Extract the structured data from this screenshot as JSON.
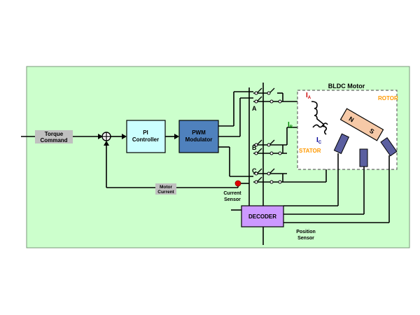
{
  "diagram": {
    "torque_command": [
      "Torque",
      "Command"
    ],
    "pi_controller": [
      "PI",
      "Controller"
    ],
    "pwm_modulator": [
      "PWM",
      "Modulator"
    ],
    "phase_a": "A",
    "phase_b": "B",
    "phase_c": "C",
    "motor_current": [
      "Motor",
      "Current"
    ],
    "current_sensor": [
      "Current",
      "Sensor"
    ],
    "decoder": "DECODER",
    "position_sensor": [
      "Position",
      "Sensor"
    ],
    "bldc_motor": "BLDC Motor",
    "rotor": "ROTOR",
    "stator": "STATOR",
    "rotor_n": "N",
    "rotor_s": "S",
    "current_a": {
      "main": "I",
      "sub": "A"
    },
    "current_b": {
      "main": "I",
      "sub": "B"
    },
    "current_c": {
      "main": "I",
      "sub": "C"
    }
  },
  "colors": {
    "background": "#ccffcc",
    "pi_fill": "#ccffff",
    "pwm_fill": "#4f81bd",
    "decoder_fill": "#cc99ff",
    "label_fill": "#c0c0c0",
    "rotor_fill": "#f6c9a7",
    "sensor_fill": "#5b5fa0",
    "current_sensor_dot": "#e00000",
    "ia": "#cc0000",
    "ib": "#008800",
    "ic": "#000099",
    "orange_text": "#ff9900"
  }
}
